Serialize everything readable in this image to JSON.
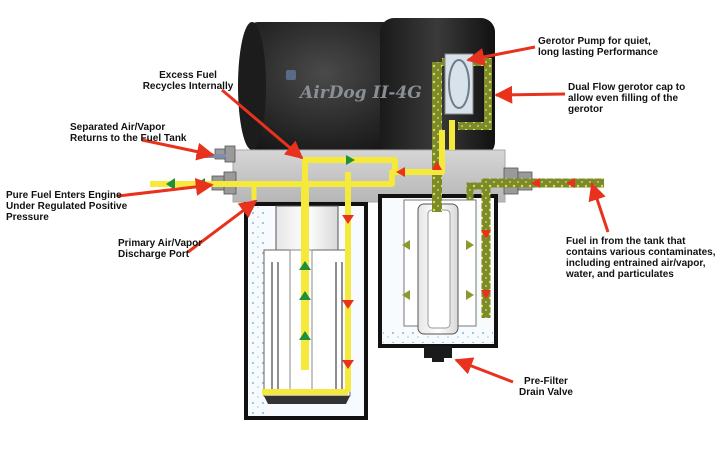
{
  "brand": {
    "logo_text": "AirDog II-4G"
  },
  "colors": {
    "fuel_yellow": "#f5ea3c",
    "contaminated_olive": "#7a8a2c",
    "arrow_red": "#e8321e",
    "flow_green": "#1f8f3a",
    "housing_gray": "#c8c8c8",
    "motor_black": "#2a2a2a"
  },
  "labels": {
    "gerotor_pump": [
      "Gerotor Pump for quiet,",
      "long lasting Performance"
    ],
    "excess_fuel": [
      "Excess Fuel",
      "Recycles Internally"
    ],
    "dual_flow_cap": [
      "Dual Flow gerotor cap to",
      "allow even filling of the",
      "gerotor"
    ],
    "separated_air": [
      "Separated Air/Vapor",
      "Returns to the Fuel Tank"
    ],
    "pure_fuel": [
      "Pure Fuel Enters Engine",
      "Under Regulated Positive",
      "Pressure"
    ],
    "primary_air": [
      "Primary Air/Vapor",
      "Discharge Port"
    ],
    "fuel_in": [
      "Fuel in from the tank that",
      "contains various contaminates,",
      "including entrained air/vapor,",
      "water, and particulates"
    ],
    "drain_valve": [
      "Pre-Filter",
      "Drain Valve"
    ]
  }
}
